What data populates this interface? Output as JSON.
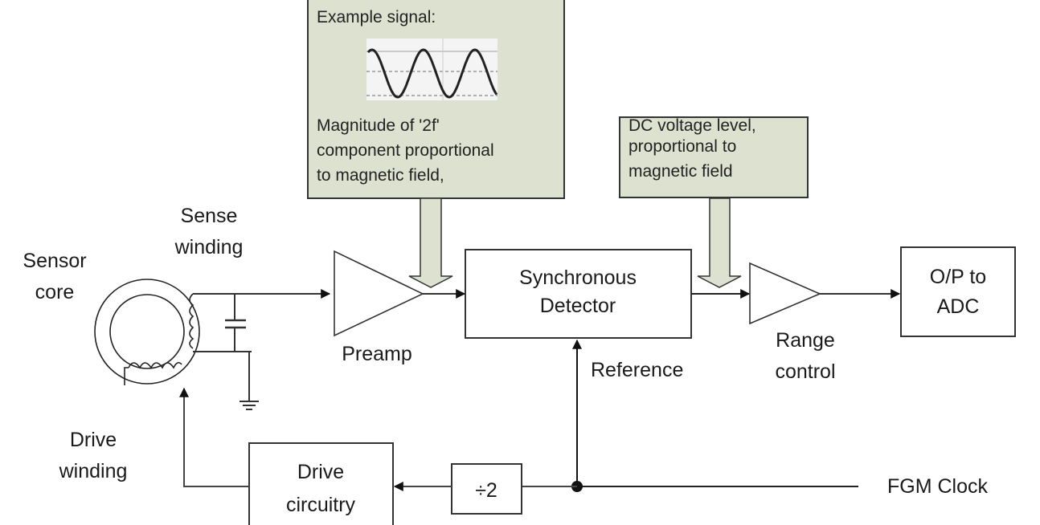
{
  "colors": {
    "note_fill": "#dde1d0",
    "note_border": "#333333",
    "line": "#222222",
    "signal_bg": "#f4f4f4"
  },
  "notes": {
    "signal_note": {
      "heading": "Example signal:",
      "lines": [
        "Magnitude of '2f'",
        "component proportional",
        "to magnetic field,"
      ]
    },
    "dc_note": {
      "lines": [
        "DC voltage level,",
        "proportional to",
        "magnetic field"
      ]
    }
  },
  "labels": {
    "sensor_core": [
      "Sensor",
      "core"
    ],
    "sense_winding": [
      "Sense",
      "winding"
    ],
    "drive_winding": [
      "Drive",
      "winding"
    ],
    "preamp": "Preamp",
    "reference": "Reference",
    "range_control": [
      "Range",
      "control"
    ],
    "fgm_clock": "FGM Clock"
  },
  "blocks": {
    "synchronous_detector": [
      "Synchronous",
      "Detector"
    ],
    "output_adc": [
      "O/P to",
      "ADC"
    ],
    "drive_circuitry": [
      "Drive",
      "circuitry"
    ],
    "divider": "÷2"
  },
  "example_signal": {
    "cycles": 2.5,
    "description": "2f sinusoid"
  }
}
